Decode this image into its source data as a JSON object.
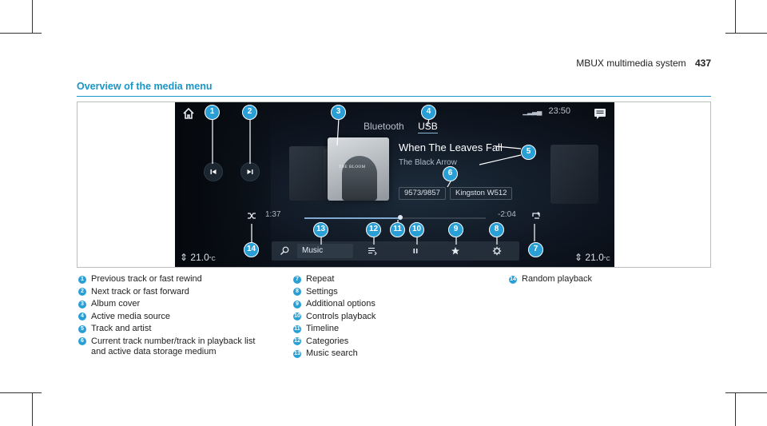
{
  "header": {
    "system_name": "MBUX multimedia system",
    "page_number": "437"
  },
  "section": {
    "title": "Overview of the media menu"
  },
  "screen": {
    "status_time": "23:50",
    "tabs": [
      {
        "label": "Bluetooth",
        "active": false
      },
      {
        "label": "USB",
        "active": true
      }
    ],
    "track": {
      "title": "When The Leaves Fall",
      "artist": "The Black Arrow"
    },
    "album_cover_text": "THE BLOOM",
    "track_counter": "9573/9857",
    "storage_medium": "Kingston W512",
    "time_elapsed": "1:37",
    "time_remaining": "-2:04",
    "timeline_progress": 0.53,
    "temperature_left": "21.0",
    "temperature_right": "21.0",
    "temperature_unit": "°C",
    "music_search_label": "Music",
    "icons": [
      "home-icon",
      "message-icon",
      "previous-icon",
      "next-icon",
      "shuffle-icon",
      "repeat-icon",
      "search-icon",
      "categories-icon",
      "pause-icon",
      "star-icon",
      "settings-icon"
    ]
  },
  "callouts": [
    "1",
    "2",
    "3",
    "4",
    "5",
    "6",
    "7",
    "8",
    "9",
    "10",
    "11",
    "12",
    "13",
    "14"
  ],
  "legend": {
    "col1": [
      {
        "num": "1",
        "text": "Previous track or fast rewind"
      },
      {
        "num": "2",
        "text": "Next track or fast forward"
      },
      {
        "num": "3",
        "text": "Album cover"
      },
      {
        "num": "4",
        "text": "Active media source"
      },
      {
        "num": "5",
        "text": "Track and artist"
      },
      {
        "num": "6",
        "text": "Current track number/track in playback list\nand active data storage medium"
      }
    ],
    "col2": [
      {
        "num": "7",
        "text": "Repeat"
      },
      {
        "num": "8",
        "text": "Settings"
      },
      {
        "num": "9",
        "text": "Additional options"
      },
      {
        "num": "10",
        "text": "Controls playback"
      },
      {
        "num": "11",
        "text": "Timeline"
      },
      {
        "num": "12",
        "text": "Categories"
      },
      {
        "num": "13",
        "text": "Music search"
      }
    ],
    "col3": [
      {
        "num": "14",
        "text": "Random playback"
      }
    ]
  },
  "colors": {
    "accent": "#2a9fd6",
    "rule": "#1a95c7",
    "screen_bg": "#0e1520"
  }
}
